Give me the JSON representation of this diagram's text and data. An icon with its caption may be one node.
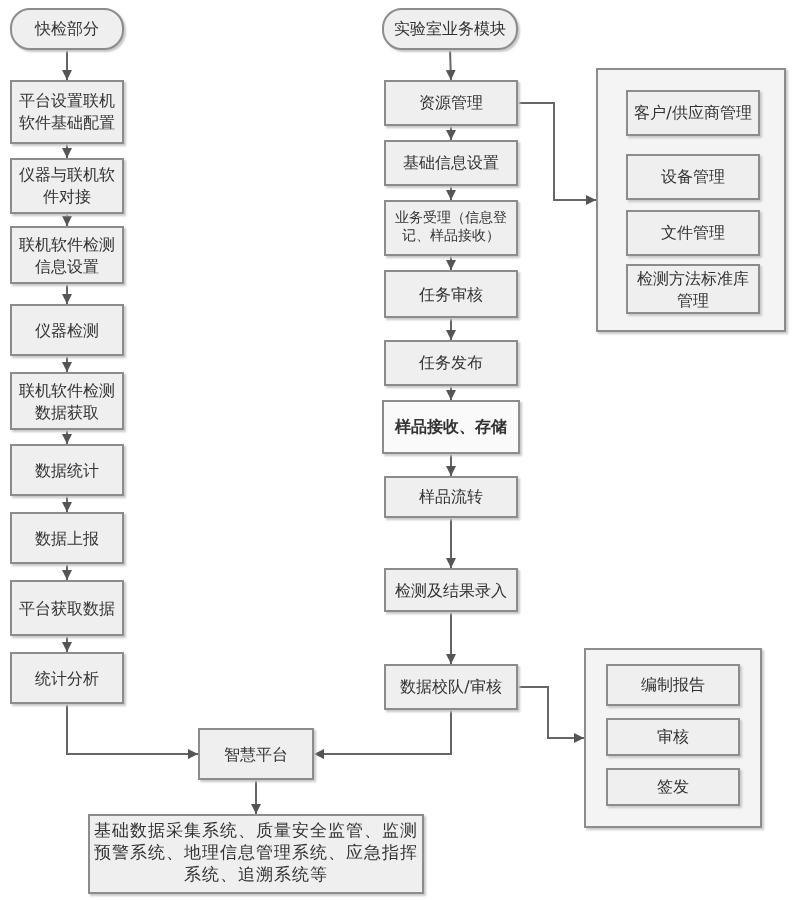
{
  "diagram": {
    "nodes": [
      {
        "text": [
          "快检部分"
        ]
      },
      {
        "text": [
          "平台设置联机软件基础配置"
        ]
      },
      {
        "text": [
          "仪器与联机软件对接"
        ]
      },
      {
        "text": [
          "联机软件检测信息设置"
        ]
      },
      {
        "text": [
          "仪器检测"
        ]
      },
      {
        "text": [
          "联机软件检测数据获取"
        ]
      },
      {
        "text": [
          "数据统计"
        ]
      },
      {
        "text": [
          "数据上报"
        ]
      },
      {
        "text": [
          "平台获取数据"
        ]
      },
      {
        "text": [
          "统计分析"
        ]
      },
      {
        "text": [
          "实验室业务模块"
        ]
      },
      {
        "text": [
          "资源管理"
        ]
      },
      {
        "text": [
          "基础信息设置"
        ]
      },
      {
        "text": [
          "业务受理（信息登记、样品接收）"
        ]
      },
      {
        "text": [
          "任务审核"
        ]
      },
      {
        "text": [
          "任务发布"
        ]
      },
      {
        "text": [
          "样品接收、存储"
        ]
      },
      {
        "text": [
          "样品流转"
        ]
      },
      {
        "text": [
          "检测及结果录入"
        ]
      },
      {
        "text": [
          "数据校队/审核"
        ]
      },
      {
        "text": [],
        "shape": "box"
      },
      {
        "text": [
          "客户/供应商管理"
        ],
        "in": 20
      },
      {
        "text": [
          "设备管理"
        ],
        "in": 20
      },
      {
        "text": [
          "文件管理"
        ],
        "in": 20
      },
      {
        "text": [
          "检测方法标准库管理"
        ],
        "in": 20
      },
      {
        "text": [],
        "shape": "box"
      },
      {
        "text": [
          "编制报告"
        ],
        "in": 25
      },
      {
        "text": [
          "审核"
        ],
        "in": 25
      },
      {
        "text": [
          "签发"
        ],
        "in": 25
      },
      {
        "text": [
          "智慧平台"
        ]
      },
      {
        "text": [
          "基础数据采集系统、质量安全监管、监测预警系统、地理信息管理系统、应急指挥系统、追溯系统等"
        ]
      }
    ],
    "edges": [
      {
        "from": 0,
        "to": 1,
        "arrow": "to"
      },
      {
        "from": 1,
        "to": 2,
        "arrow": "to"
      },
      {
        "from": 2,
        "to": 3,
        "arrow": "to"
      },
      {
        "from": 3,
        "to": 4,
        "arrow": "to"
      },
      {
        "from": 4,
        "to": 5,
        "arrow": "to"
      },
      {
        "from": 5,
        "to": 6,
        "arrow": "to"
      },
      {
        "from": 6,
        "to": 7,
        "arrow": "to"
      },
      {
        "from": 7,
        "to": 8,
        "arrow": "to"
      },
      {
        "from": 8,
        "to": 9,
        "arrow": "to"
      },
      {
        "from": 9,
        "to": 29,
        "arrow": "to"
      },
      {
        "from": 10,
        "to": 11,
        "arrow": "to"
      },
      {
        "from": 11,
        "to": 12,
        "arrow": "to"
      },
      {
        "from": 12,
        "to": 13,
        "arrow": "to"
      },
      {
        "from": 13,
        "to": 14,
        "arrow": "to"
      },
      {
        "from": 14,
        "to": 15,
        "arrow": "to"
      },
      {
        "from": 15,
        "to": 16,
        "arrow": "to"
      },
      {
        "from": 16,
        "to": 17,
        "arrow": "to"
      },
      {
        "from": 17,
        "to": 18,
        "arrow": "to"
      },
      {
        "from": 18,
        "to": 19,
        "arrow": "to"
      },
      {
        "from": 11,
        "to": 20,
        "arrow": "to"
      },
      {
        "from": 19,
        "to": 25,
        "arrow": "to"
      },
      {
        "from": 19,
        "to": 29,
        "arrow": "to"
      },
      {
        "from": 29,
        "to": 30,
        "arrow": "to"
      }
    ]
  }
}
